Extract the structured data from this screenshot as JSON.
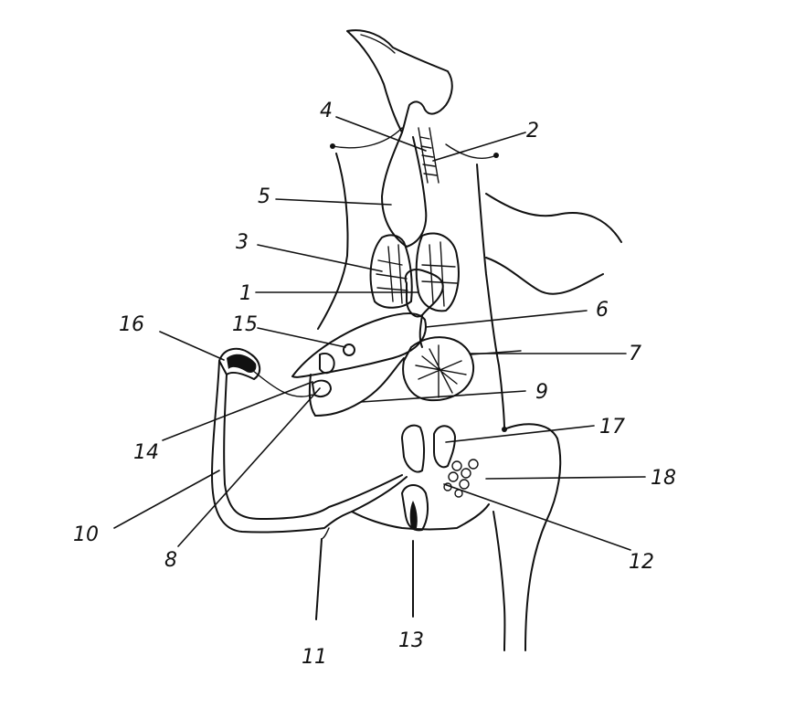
{
  "labels": {
    "l1": "1",
    "l2": "2",
    "l3": "3",
    "l4": "4",
    "l5": "5",
    "l6": "6",
    "l7": "7",
    "l8": "8",
    "l9": "9",
    "l10": "10",
    "l11": "11",
    "l12": "12",
    "l13": "13",
    "l14": "14",
    "l15": "15",
    "l16": "16",
    "l17": "17",
    "l18": "18"
  },
  "colors": {
    "ink": "#111111",
    "background": "#ffffff"
  }
}
